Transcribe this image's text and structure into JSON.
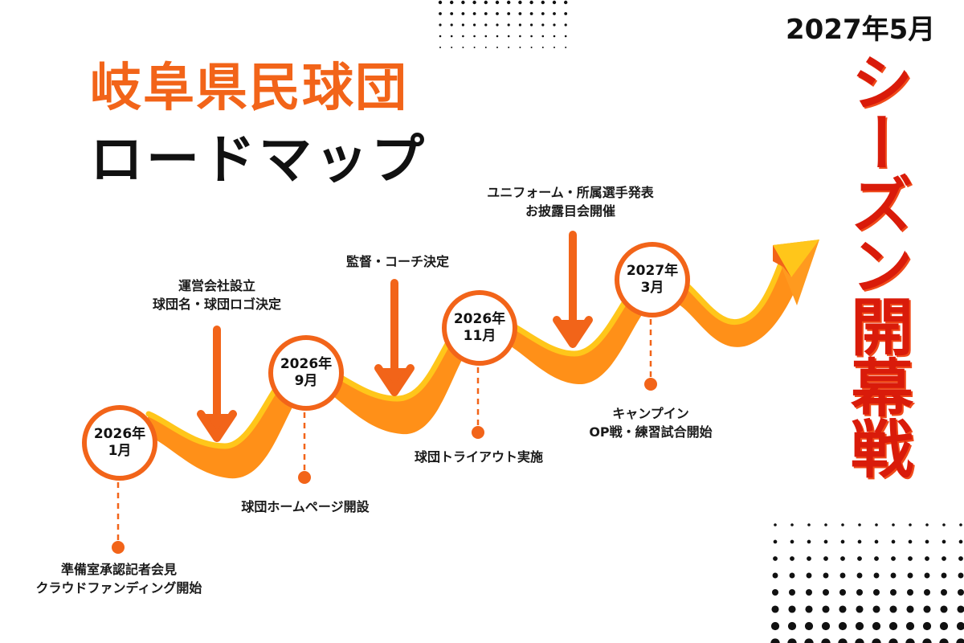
{
  "header": {
    "title_line1": "岐阜県民球団",
    "title_line2": "ロードマップ"
  },
  "season": {
    "date": "2027年5月",
    "title": "シーズン開幕戦"
  },
  "colors": {
    "accent": "#F26419",
    "ribbon_body": "#FF9018",
    "ribbon_edge": "#FFC61A",
    "season_red": "#D91B0A",
    "text": "#111111"
  },
  "milestones": [
    {
      "year": "2026年",
      "month": "1月",
      "events": [
        "準備室承認記者会見",
        "クラウドファンディング開始"
      ],
      "marker": "dot-below"
    },
    {
      "events": [
        "運営会社設立",
        "球団名・球団ロゴ決定"
      ],
      "marker": "arrow-down"
    },
    {
      "year": "2026年",
      "month": "9月",
      "events": [
        "球団ホームページ開設"
      ],
      "marker": "dot-below"
    },
    {
      "events": [
        "監督・コーチ決定"
      ],
      "marker": "arrow-down"
    },
    {
      "year": "2026年",
      "month": "11月",
      "events": [
        "球団トライアウト実施"
      ],
      "marker": "dot-below"
    },
    {
      "events": [
        "ユニフォーム・所属選手発表",
        "お披露目会開催"
      ],
      "marker": "arrow-down"
    },
    {
      "year": "2027年",
      "month": "3月",
      "events": [
        "キャンプイン",
        "OP戦・練習試合開始"
      ],
      "marker": "dot-below"
    }
  ]
}
